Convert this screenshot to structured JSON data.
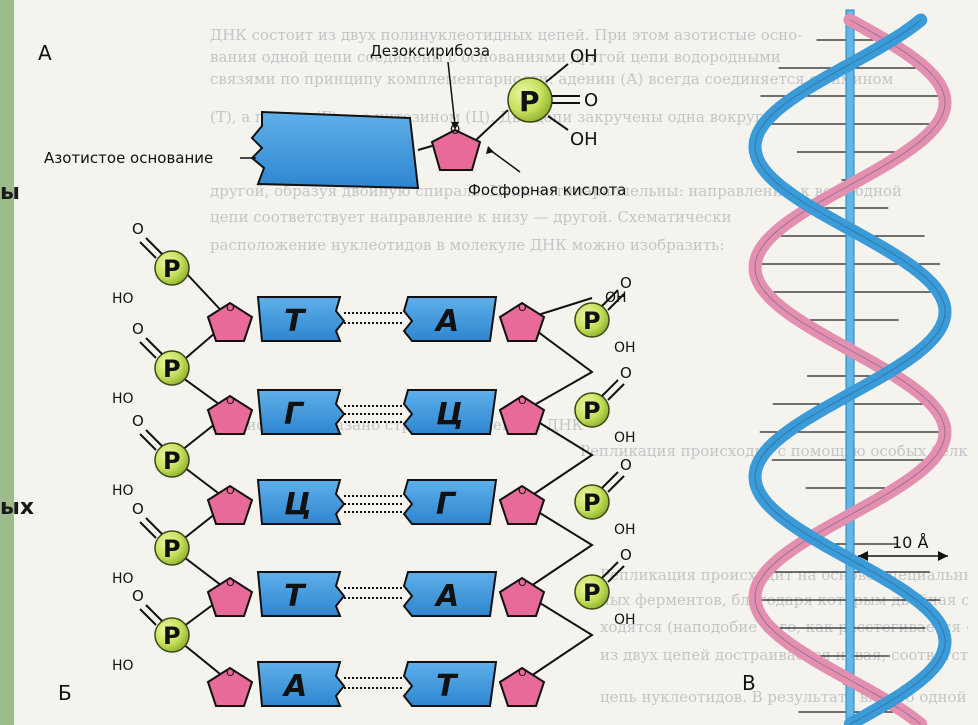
{
  "side_fragments": [
    "ы",
    "ых"
  ],
  "panel_labels": {
    "a": "А",
    "b": "Б",
    "v": "В"
  },
  "top_labels": {
    "deoxyribose": "Дезоксирибоза",
    "nitrogen_base": "Азотистое основание",
    "phosphoric_acid": "Фосфорная кислота"
  },
  "phosphate": {
    "letter": "P",
    "oh": "OH",
    "o": "O",
    "ho": "HO"
  },
  "sugar_o": "O",
  "pairs": [
    {
      "left": "Т",
      "right": "А"
    },
    {
      "left": "Г",
      "right": "Ц"
    },
    {
      "left": "Ц",
      "right": "Г"
    },
    {
      "left": "Т",
      "right": "А"
    },
    {
      "left": "А",
      "right": "Т"
    }
  ],
  "helix": {
    "pitch_label": "10 Å"
  },
  "background_text": [
    "ДНК состоит из двух полинуклеотидных цепей. При этом азотистые осно-",
    "вания одной цепи соединены с основаниями другой цепи водородными",
    "связями по принципу комплементарности: аденин (А) всегда соединяется с тимином",
    "(Т), а гуанин (Г) — с цитозином (Ц). Две цепи закручены одна вокруг",
    "другой, образуя двойную спираль. Цепи антипараллельны: направлению к верх одной",
    "цепи соответствует направление к низу — другой. Схематически",
    "расположение нуклеотидов в молекуле ДНК можно изобразить:",
    "На рисунке показано строение молекулы ДНК",
    "Репликация происходит с помощью особых белков.",
    "Репликация происходит на основе специальных клеточ-",
    "ных ферментов, благодаря которым двойная спираль расплетается, нити рас-",
    "ходятся (наподобие того, как расстегивается «молния»), и постепенно к каждой",
    "из двух цепей достраивается новая, соответствующая ей",
    "цепь нуклеотидов. В результате вместо одной молекулы ДНК образуются две"
  ]
}
